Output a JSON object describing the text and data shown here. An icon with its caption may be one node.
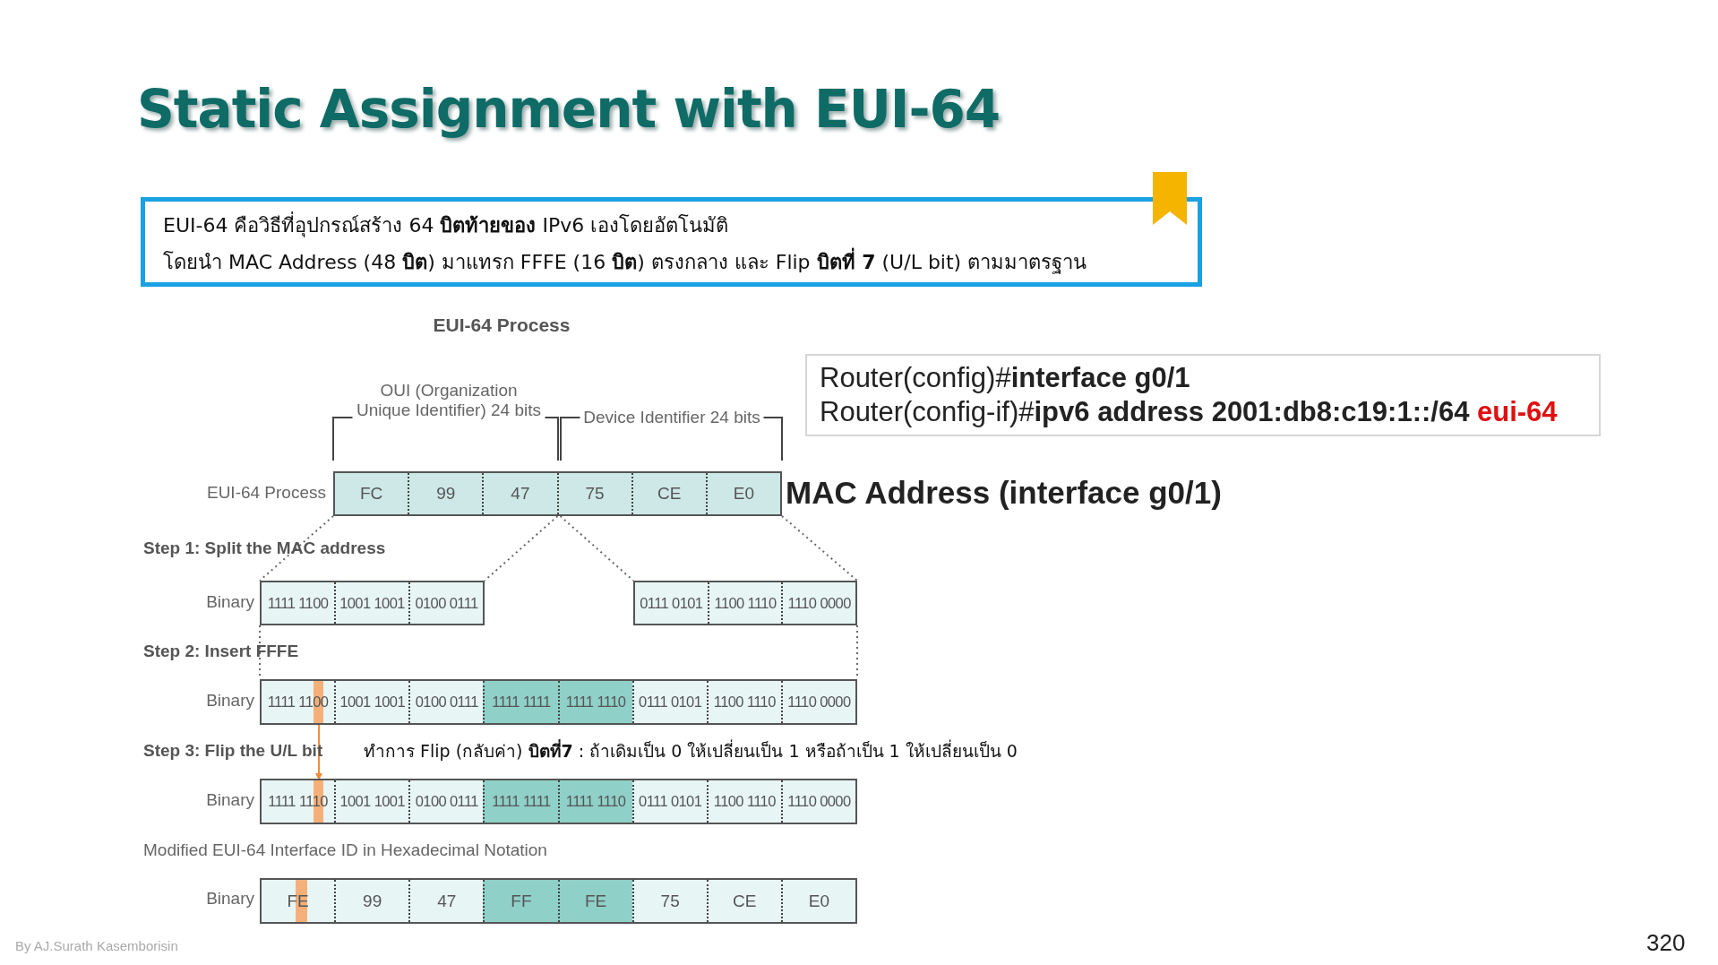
{
  "diagram": {
    "title": "Static Assignment with EUI-64",
    "nodes": [
      {
        "text": [
          "EUI-64 คือวิธีที่อุปกรณ์สร้าง 64 **บิตท้ายของ** IPv6 เองโดยอัตโนมัติ",
          "โดยนำ MAC Address (48 **บิต**) มาแทรก FFFE (16 **บิต**) ตรงกลาง และ Flip **บิตที่ 7** (U/L bit) ตามมาตรฐาน"
        ]
      },
      {
        "text": [
          "Router(config)#**interface g0/1**",
          "Router(config-if)#**ipv6 address 2001:db8:c19:1::/64**",
          "eui-64"
        ]
      },
      {
        "text": [
          "FC",
          "99",
          "47",
          "75",
          "CE",
          "E0"
        ],
        "beside": [
          "EUI-64 Process",
          "MAC Address (interface g0/1)"
        ]
      },
      {
        "text": [
          "1111 1100",
          "1001 1001",
          "0100 0111"
        ],
        "beside": [
          "Binary"
        ]
      },
      {
        "text": [
          "0111 0101",
          "1100 1110",
          "1110 0000"
        ]
      },
      {
        "text": [
          "1111 1100",
          "1001 1001",
          "0100 0111",
          "1111 1111",
          "1111 1110",
          "0111 0101",
          "1100 1110",
          "1110 0000"
        ],
        "beside": [
          "Binary"
        ]
      },
      {
        "text": [
          "1111 1110",
          "1001 1001",
          "0100 0111",
          "1111 1111",
          "1111 1110",
          "0111 0101",
          "1100 1110",
          "1110 0000"
        ],
        "beside": [
          "Binary"
        ]
      },
      {
        "text": [
          "FE",
          "99",
          "47",
          "FF",
          "FE",
          "75",
          "CE",
          "E0"
        ],
        "beside": [
          "Binary"
        ]
      }
    ],
    "edges": [
      {
        "from": 2,
        "to": 3,
        "arrow": "none",
        "style": "dashed"
      },
      {
        "from": 2,
        "to": 3,
        "arrow": "none",
        "style": "dashed"
      },
      {
        "from": 2,
        "to": 4,
        "arrow": "none",
        "style": "dashed"
      },
      {
        "from": 2,
        "to": 4,
        "arrow": "none",
        "style": "dashed"
      },
      {
        "from": 3,
        "to": 5,
        "arrow": "none",
        "style": "dashed"
      },
      {
        "from": 4,
        "to": 5,
        "arrow": "none",
        "style": "dashed"
      },
      {
        "from": 5,
        "to": 6,
        "arrow": "to",
        "color": "#f08a3c"
      }
    ],
    "labels": [
      "EUI-64 Process",
      "OUI (Organization Unique Identifier) 24 bits",
      "Device Identifier 24 bits",
      "Step 1: Split the MAC address",
      "Step 2: Insert FFFE",
      "Step 3: Flip the U/L bit",
      "ทำการ Flip (กลับค่า) **บิตที่7** : ถ้าเดิมเป็น 0 ให้เปลี่ยนเป็น 1 หรือถ้าเป็น 1 ให้เปลี่ยนเป็น 0",
      "Modified EUI-64 Interface ID in Hexadecimal Notation",
      "By AJ.Surath Kasemborisin",
      "320"
    ]
  }
}
